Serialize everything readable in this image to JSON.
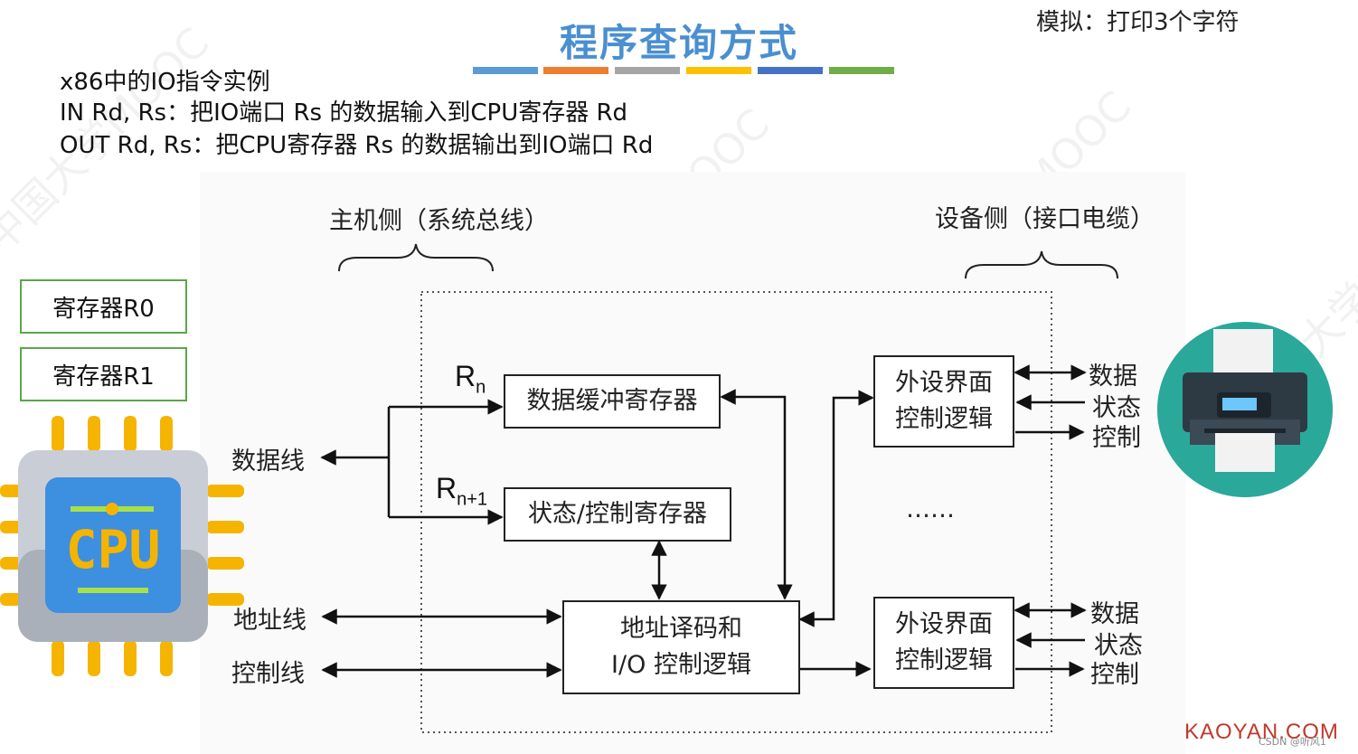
{
  "title": "程序查询方式",
  "top_note": "模拟：打印3个字符",
  "color_bars": [
    "#5b9bd5",
    "#ed7d31",
    "#a5a5a5",
    "#ffc000",
    "#4472c4",
    "#70ad47"
  ],
  "intro": {
    "line1": "x86中的IO指令实例",
    "line2": "IN Rd, Rs：把IO端口 Rs 的数据输入到CPU寄存器 Rd",
    "line3": "OUT Rd, Rs：把CPU寄存器 Rs 的数据输出到IO端口 Rd"
  },
  "registers": [
    "寄存器R0",
    "寄存器R1"
  ],
  "cpu_label": "CPU",
  "diagram": {
    "host_side": "主机侧（系统总线）",
    "device_side": "设备侧（接口电缆）",
    "bus_lines": [
      "数据线",
      "地址线",
      "控制线"
    ],
    "reg_labels": {
      "rn": "R",
      "rn_sub": "n",
      "rn1": "R",
      "rn1_sub": "n+1"
    },
    "blocks": {
      "data_buffer": "数据缓冲寄存器",
      "status_control": "状态/控制寄存器",
      "decoder_l1": "地址译码和",
      "decoder_l2": "I/O 控制逻辑",
      "peripheral_l1": "外设界面",
      "peripheral_l2": "控制逻辑"
    },
    "ellipsis": "……",
    "device_signals": [
      "数据",
      "状态",
      "控制"
    ]
  },
  "watermark": "中国大学MOOC",
  "footer": {
    "brand": "KAOYAN.COM",
    "credit": "CSDN @听风1"
  }
}
